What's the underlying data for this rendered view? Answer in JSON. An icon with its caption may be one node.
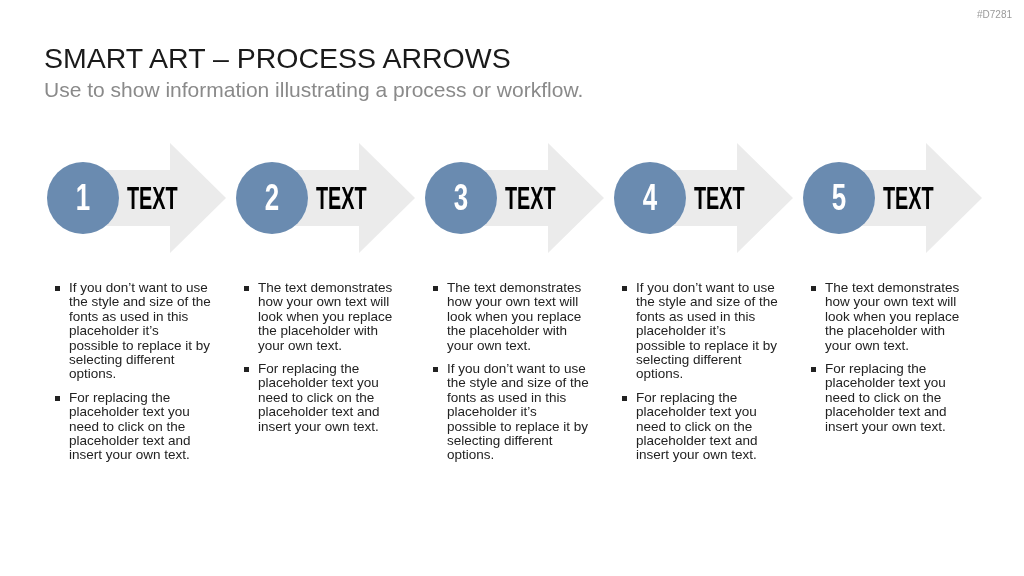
{
  "diagram": {
    "title": "SMART ART – PROCESS ARROWS",
    "nodes": [
      {
        "text": [
          "1"
        ],
        "beside": [
          "If you don’t want to use the style and size of the fonts as used in this placeholder it’s possible to replace it by selecting different options.",
          "For replacing the placeholder text you need to click on the placeholder text and insert your own text."
        ]
      },
      {
        "text": [
          "2"
        ],
        "beside": [
          "The text demonstrates how your own text will look when you replace the placeholder with your own text.",
          "For replacing the placeholder text you need to click on the placeholder text and insert your own text."
        ]
      },
      {
        "text": [
          "3"
        ],
        "beside": [
          "The text demonstrates how your own text will look when you replace the placeholder with your own text.",
          "If you don’t want to use the style and size of the fonts as used in this placeholder it’s possible to replace it by selecting different options."
        ]
      },
      {
        "text": [
          "4"
        ],
        "beside": [
          "If you don’t want to use the style and size of the fonts as used in this placeholder it’s possible to replace it by selecting different options.",
          "For replacing the placeholder text you need to click on the placeholder text and insert your own text."
        ]
      },
      {
        "text": [
          "5"
        ],
        "beside": [
          "The text demonstrates how your own text will look when you replace the placeholder with your own text.",
          "For replacing the placeholder text you need to click on the placeholder text and insert your own text."
        ]
      }
    ],
    "edges": [
      {
        "from": 0,
        "to": 1,
        "arrow": "to",
        "label": "TEXT"
      },
      {
        "from": 1,
        "to": 2,
        "arrow": "to",
        "label": "TEXT"
      },
      {
        "from": 2,
        "to": 3,
        "arrow": "to",
        "label": "TEXT"
      },
      {
        "from": 3,
        "to": 4,
        "arrow": "to",
        "label": "TEXT"
      },
      {
        "from": 4,
        "to": null,
        "arrow": "to",
        "label": "TEXT"
      }
    ],
    "labels": [
      "#D7281",
      "Use to show information illustrating a process or workflow."
    ]
  }
}
